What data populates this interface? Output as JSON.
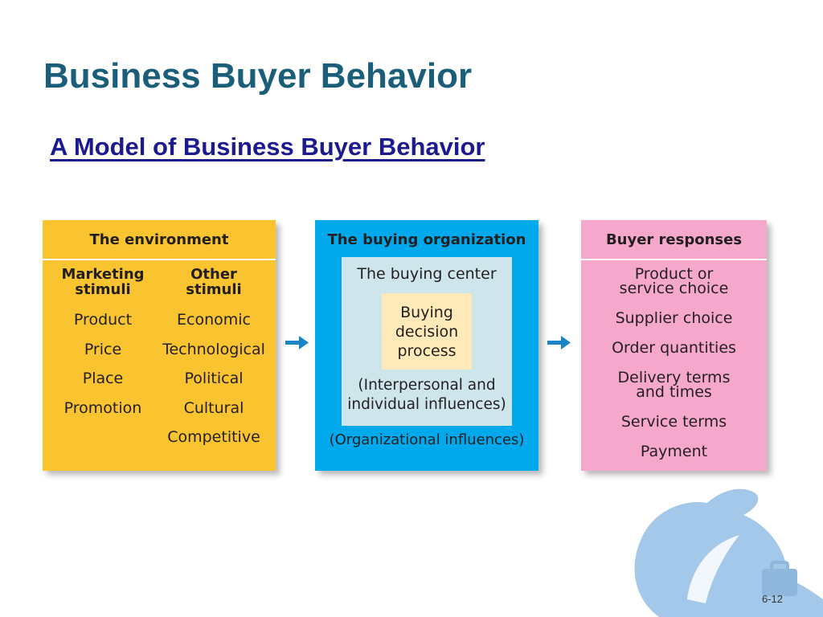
{
  "slide": {
    "title": "Business Buyer Behavior",
    "subtitle": "A Model of Business Buyer Behavior",
    "page_number": "6-12"
  },
  "environment": {
    "header": "The environment",
    "marketing_head": "Marketing\nstimuli",
    "marketing_items": [
      "Product",
      "Price",
      "Place",
      "Promotion"
    ],
    "other_head": "Other\nstimuli",
    "other_items": [
      "Economic",
      "Technological",
      "Political",
      "Cultural",
      "Competitive"
    ]
  },
  "organization": {
    "header": "The buying organization",
    "center_label": "The buying center",
    "core": "Buying\ndecision\nprocess",
    "inner_influence": "(Interpersonal and\nindividual influences)",
    "outer_influence": "(Organizational influences)"
  },
  "responses": {
    "header": "Buyer responses",
    "items": [
      "Product or\nservice choice",
      "Supplier choice",
      "Order quantities",
      "Delivery terms\nand times",
      "Service terms",
      "Payment"
    ]
  },
  "colors": {
    "environment": "#f9c42f",
    "organization": "#00a9ec",
    "buying_center": "#cee5ec",
    "decision_process": "#fdeab8",
    "responses": "#f5a8cb",
    "arrow": "#1a86c8",
    "title": "#1b5e7a",
    "subtitle": "#1c1a8f"
  }
}
